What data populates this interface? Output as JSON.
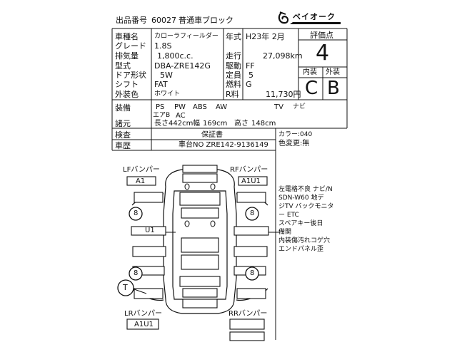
{
  "header": {
    "lot_label": "出品番号",
    "lot_number": "60027",
    "block": "普通車ブロック",
    "logo_text": "ベイオーク"
  },
  "spec": {
    "rows": [
      {
        "label": "車種名",
        "value": "カローラフィールダー"
      },
      {
        "label": "グレード",
        "value": "1.8S"
      },
      {
        "label": "排気量",
        "value": "1,800c.c."
      },
      {
        "label": "型式",
        "value": "DBA-ZRE142G"
      },
      {
        "label": "ドア形状",
        "value": "5W"
      },
      {
        "label": "シフト",
        "value": "FAT"
      },
      {
        "label": "外装色",
        "value": "ホワイト"
      }
    ],
    "year_label": "年式",
    "year_value": "H23年 2月",
    "mileage_label": "走行",
    "mileage_value": "27,098km",
    "drive_label": "駆動",
    "drive_value": "FF",
    "capacity_label": "定員",
    "capacity_value": "5",
    "fuel_label": "燃料",
    "fuel_value": "G",
    "r_label": "R料",
    "r_value": "11,730円"
  },
  "grade": {
    "label": "評価点",
    "score": "4",
    "interior_label": "内装",
    "exterior_label": "外装",
    "interior": "C",
    "exterior": "B"
  },
  "equipment": {
    "label": "装備",
    "items": [
      "PS",
      "PW",
      "ABS",
      "AW",
      "TV",
      "ナビ"
    ],
    "items2": [
      "エアB",
      "AC"
    ]
  },
  "dimensions": {
    "label": "諸元",
    "length_label": "長さ",
    "length": "442cm",
    "width_label": "幅",
    "width": "169cm",
    "height_label": "高さ",
    "height": "148cm"
  },
  "inspection": {
    "label": "検査",
    "value": "保証書",
    "color_label": "カラー:040",
    "color_change_label": "色変更:無"
  },
  "chassis": {
    "label": "車歴",
    "value": "車台NO ZRE142-9136149"
  },
  "diagram": {
    "lf_label": "LFバンパー",
    "lf_value": "A1",
    "rf_label": "RFバンパー",
    "rf_value": "A1U1",
    "lr_label": "LRバンパー",
    "lr_value": "A1U1",
    "rr_label": "RRバンパー",
    "door_mark": "U1",
    "tire_mark": "8",
    "t_mark": "T"
  },
  "notes": [
    "左電格不良 ナビ/N",
    "SDN-W60 地デ",
    "ジTV バックモニタ",
    "ー ETC",
    "スペアキー後日",
    "備関",
    "内装傷汚れコゲ穴",
    "エンドパネル歪"
  ]
}
